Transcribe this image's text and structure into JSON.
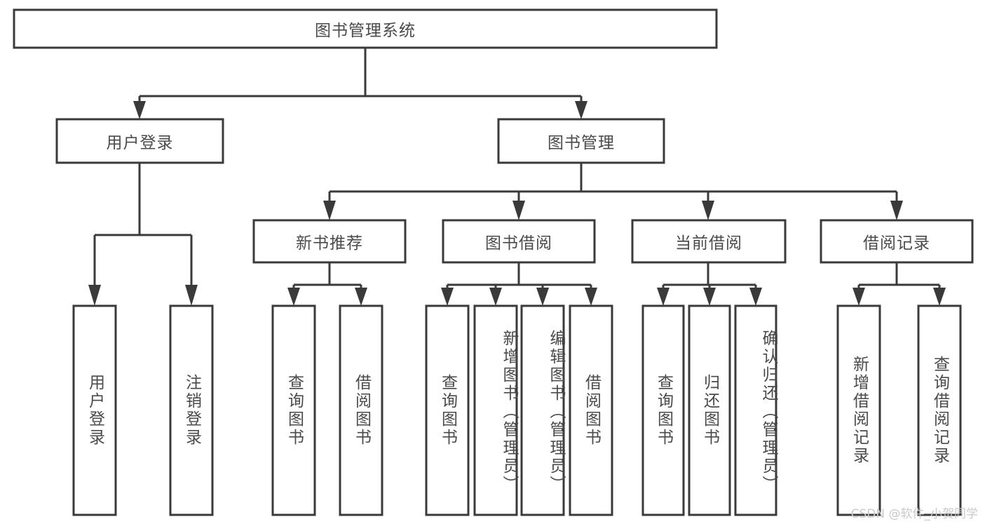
{
  "diagram": {
    "type": "tree-hierarchy",
    "title": "图书管理系统",
    "watermark": "CSDN @软件_小贺同学",
    "colors": {
      "stroke": "#3a3a3a",
      "fill": "#ffffff",
      "text": "#4a4a4a",
      "watermark": "#c9c9c9",
      "background": "#ffffff"
    },
    "levels": {
      "root": {
        "label": "图书管理系统"
      },
      "level2": [
        {
          "label": "用户登录"
        },
        {
          "label": "图书管理"
        }
      ],
      "level3": [
        {
          "label": "新书推荐"
        },
        {
          "label": "图书借阅"
        },
        {
          "label": "当前借阅"
        },
        {
          "label": "借阅记录"
        }
      ]
    },
    "leaves": {
      "user_login": [
        {
          "label": "用户登录"
        },
        {
          "label": "注销登录"
        }
      ],
      "new_book_recommend": [
        {
          "label": "查询图书"
        },
        {
          "label": "借阅图书"
        }
      ],
      "book_borrow": [
        {
          "label": "查询图书"
        },
        {
          "label": "新增图书（管理员）"
        },
        {
          "label": "编辑图书（管理员）"
        },
        {
          "label": "借阅图书"
        }
      ],
      "current_borrow": [
        {
          "label": "查询图书"
        },
        {
          "label": "归还图书"
        },
        {
          "label": "确认归还（管理员）"
        }
      ],
      "borrow_record": [
        {
          "label": "新增借阅记录"
        },
        {
          "label": "查询借阅记录"
        }
      ]
    }
  }
}
